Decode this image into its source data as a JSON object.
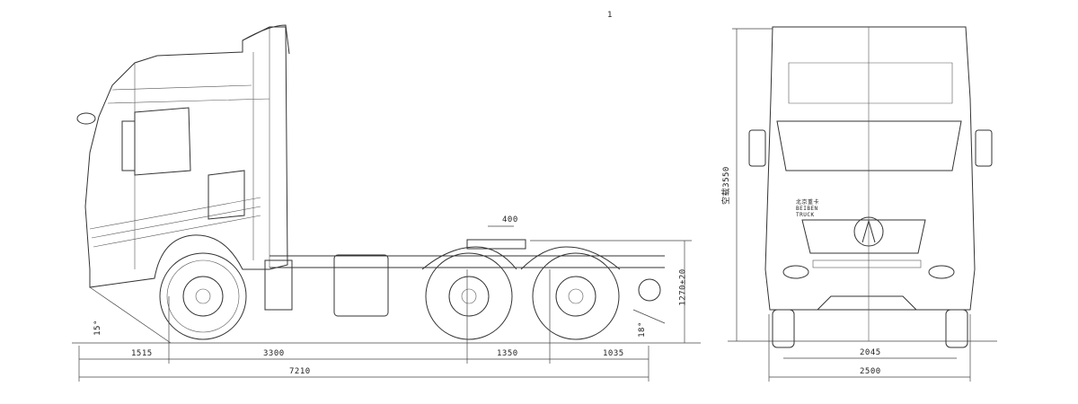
{
  "drawing": {
    "sheet_mark": "1",
    "side_view": {
      "dimensions": {
        "front_overhang": "1515",
        "wheelbase_1": "3300",
        "wheelbase_2": "1350",
        "rear_overhang": "1035",
        "overall_length": "7210",
        "fifth_wheel_offset": "400",
        "fifth_wheel_height": "1270±20",
        "approach_angle": "15°",
        "departure_angle": "18°"
      }
    },
    "front_view": {
      "dimensions": {
        "height": "空载3550",
        "track_width": "2045",
        "overall_width": "2500"
      },
      "brand_text": "北京重卡 BEIBEN TRUCK"
    }
  }
}
